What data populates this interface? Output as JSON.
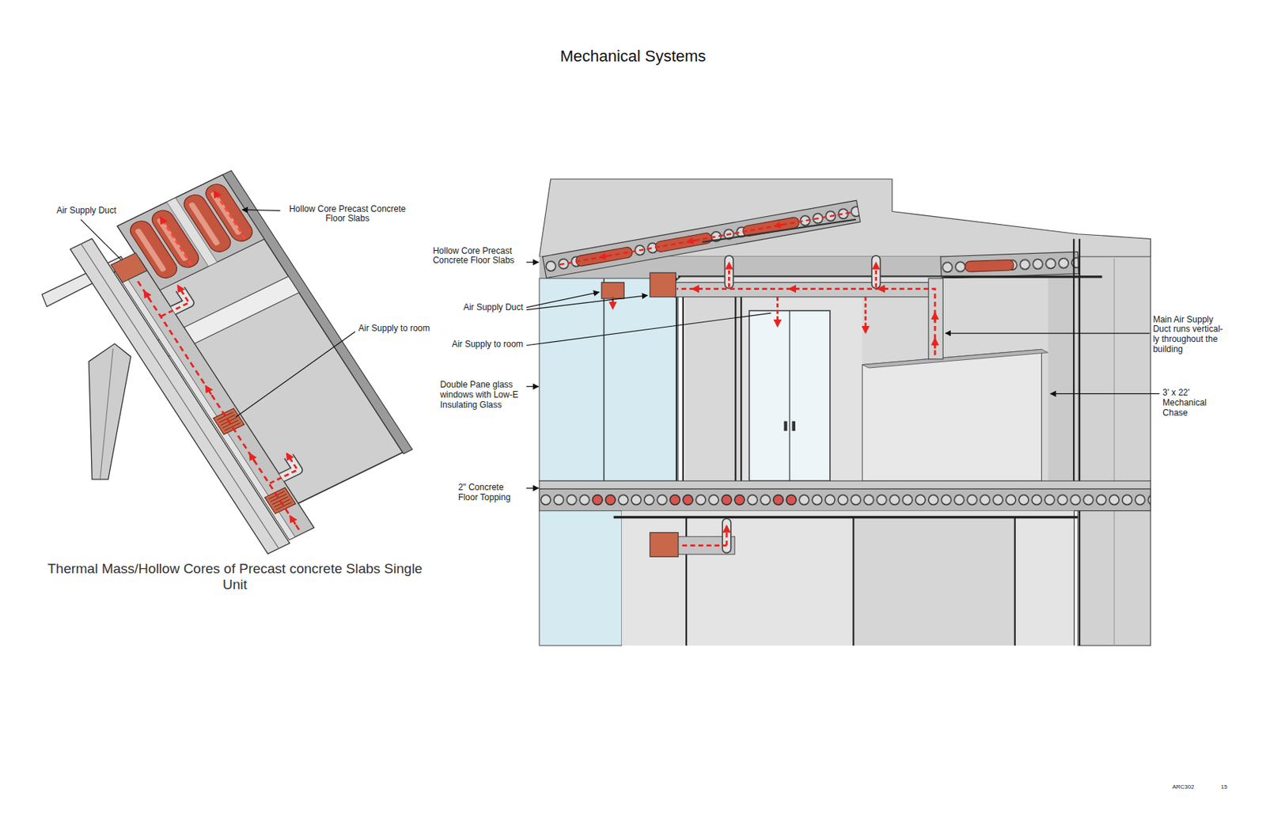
{
  "diagram": {
    "title": "Mechanical Systems",
    "caption": "Thermal Mass/Hollow Cores of Precast concrete Slabs Single Unit",
    "labels": [
      "Air Supply Duct",
      "Hollow Core Precast Concrete Floor Slabs",
      "Air Supply to room",
      "Hollow Core Precast Concrete Floor Slabs",
      "Air Supply Duct",
      "Air Supply to room",
      "Double Pane glass windows with Low-E Insulating Glass",
      "2\" Concrete Floor Topping",
      "Main Air Supply Duct runs vertical-ly throughout the building",
      "3' x 22' Mechanical Chase",
      "ARC302",
      "15"
    ]
  }
}
